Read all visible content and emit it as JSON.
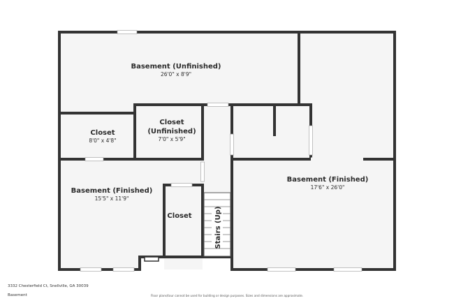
{
  "colors": {
    "wall": "#333333",
    "floor": "#f5f5f5",
    "window": "#ffffff",
    "text": "#2b2b2b"
  },
  "rooms": {
    "basement_unfinished": {
      "name": "Basement (Unfinished)",
      "dims": "26'0\" x 8'9\""
    },
    "closet_left": {
      "name": "Closet",
      "dims": "8'0\" x 4'8\""
    },
    "closet_unfinished": {
      "name_line1": "Closet",
      "name_line2": "(Unfinished)",
      "dims": "7'0\" x 5'9\""
    },
    "basement_finished_left": {
      "name": "Basement (Finished)",
      "dims": "15'5\" x 11'9\""
    },
    "closet_small": {
      "name": "Closet"
    },
    "basement_finished_right": {
      "name": "Basement (Finished)",
      "dims": "17'6\" x 26'0\""
    },
    "stairs": {
      "label": "Stairs (Up)"
    }
  },
  "footer": {
    "address": "3332 Chesterfield Ct, Snellville, GA 30039",
    "level": "Basement",
    "disclaimer": "Floor plans/tour cannot be used for building or design purposes. Sizes and dimensions are approximate."
  }
}
